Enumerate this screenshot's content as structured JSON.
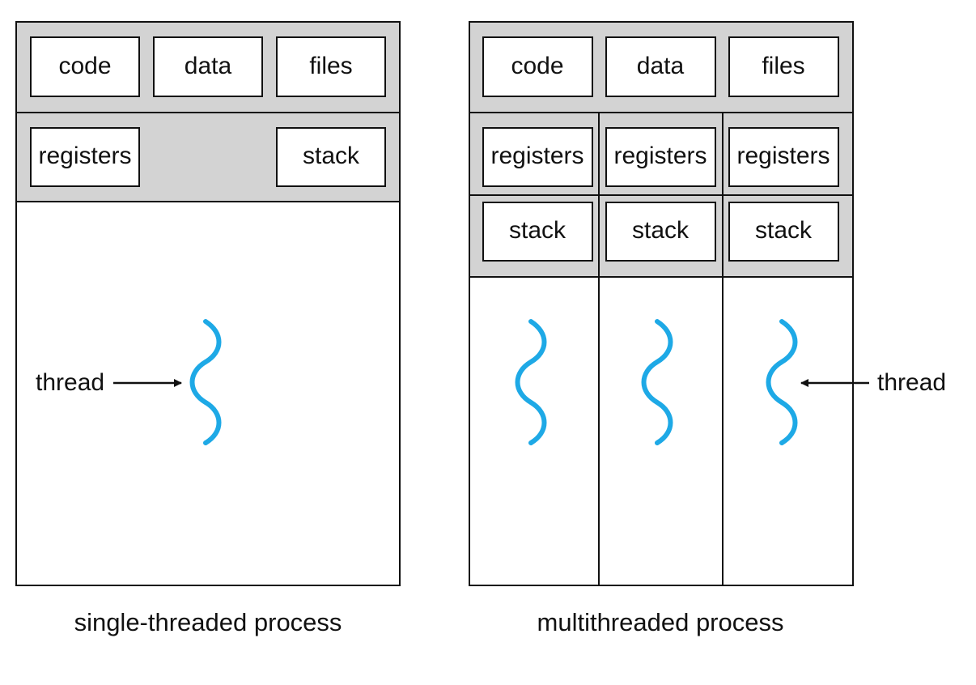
{
  "colors": {
    "panel_fill": "#d3d3d3",
    "box_fill": "#ffffff",
    "outline": "#111111",
    "thread": "#1ea9e6",
    "text": "#111111"
  },
  "single": {
    "caption": "single-threaded process",
    "shared": [
      "code",
      "data",
      "files"
    ],
    "registers": "registers",
    "stack": "stack",
    "thread_label": "thread"
  },
  "multi": {
    "caption": "multithreaded process",
    "shared": [
      "code",
      "data",
      "files"
    ],
    "threads": [
      {
        "registers": "registers",
        "stack": "stack"
      },
      {
        "registers": "registers",
        "stack": "stack"
      },
      {
        "registers": "registers",
        "stack": "stack"
      }
    ],
    "thread_label": "thread"
  }
}
